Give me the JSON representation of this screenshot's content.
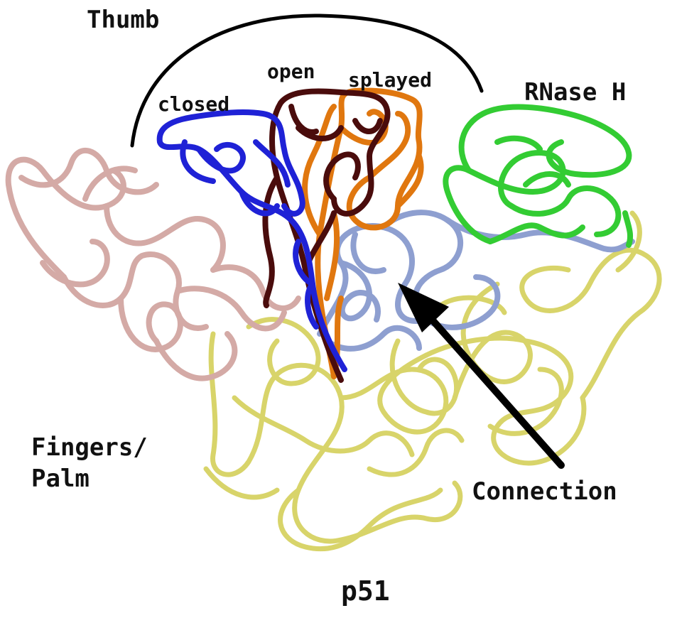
{
  "labels": {
    "thumb": "Thumb",
    "open": "open",
    "splayed": "splayed",
    "closed": "closed",
    "rnase_h": "RNase H",
    "fingers_line1": "Fingers/",
    "fingers_line2": "Palm",
    "connection": "Connection",
    "p51": "p51"
  },
  "domain_colors": {
    "fingers_palm": "#d4aaa6",
    "thumb_closed": "#1f22d6",
    "thumb_open": "#4a0c0c",
    "thumb_splayed": "#e0770f",
    "connection": "#8e9fd0",
    "rnase_h": "#33cc33",
    "p51": "#d8d46a",
    "annotation": "#000000"
  }
}
